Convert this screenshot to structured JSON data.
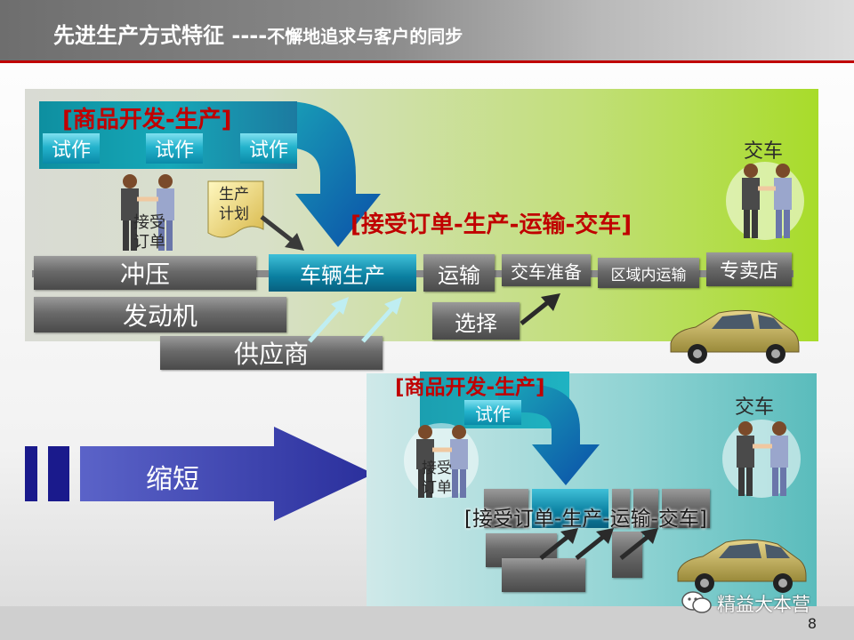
{
  "header": {
    "title_main": "先进生产方式特征 ----",
    "title_sub": "不懈地追求与客户的同步"
  },
  "top": {
    "dev_label": "[商品开发-生产]",
    "trials": [
      "试作",
      "试作",
      "试作"
    ],
    "handshake_label_1": "接受",
    "handshake_label_2": "订单",
    "plan_label_1": "生产",
    "plan_label_2": "计划",
    "flow_label": "[接受订单-生产-运输-交车]",
    "delivery_label": "交车",
    "stages": {
      "stamping": "冲压",
      "engine": "发动机",
      "supplier": "供应商",
      "vehicle_production": "车辆生产",
      "transport": "运输",
      "delivery_prep": "交车准备",
      "regional_transport": "区域内运输",
      "dealer": "专卖店",
      "selection": "选择"
    }
  },
  "middle": {
    "shorten_label": "缩短"
  },
  "bottom": {
    "dev_label": "[商品开发-生产]",
    "trial": "试作",
    "handshake_label_1": "接受",
    "handshake_label_2": "订单",
    "delivery_label": "交车",
    "flow_label": "[接受订单-生产-运输-交车]"
  },
  "watermark": "精益大本营",
  "page_number": "8",
  "colors": {
    "accent_red": "#c00000",
    "teal": "#0a8aa8",
    "arrow_navy": "#1a1a8c"
  }
}
